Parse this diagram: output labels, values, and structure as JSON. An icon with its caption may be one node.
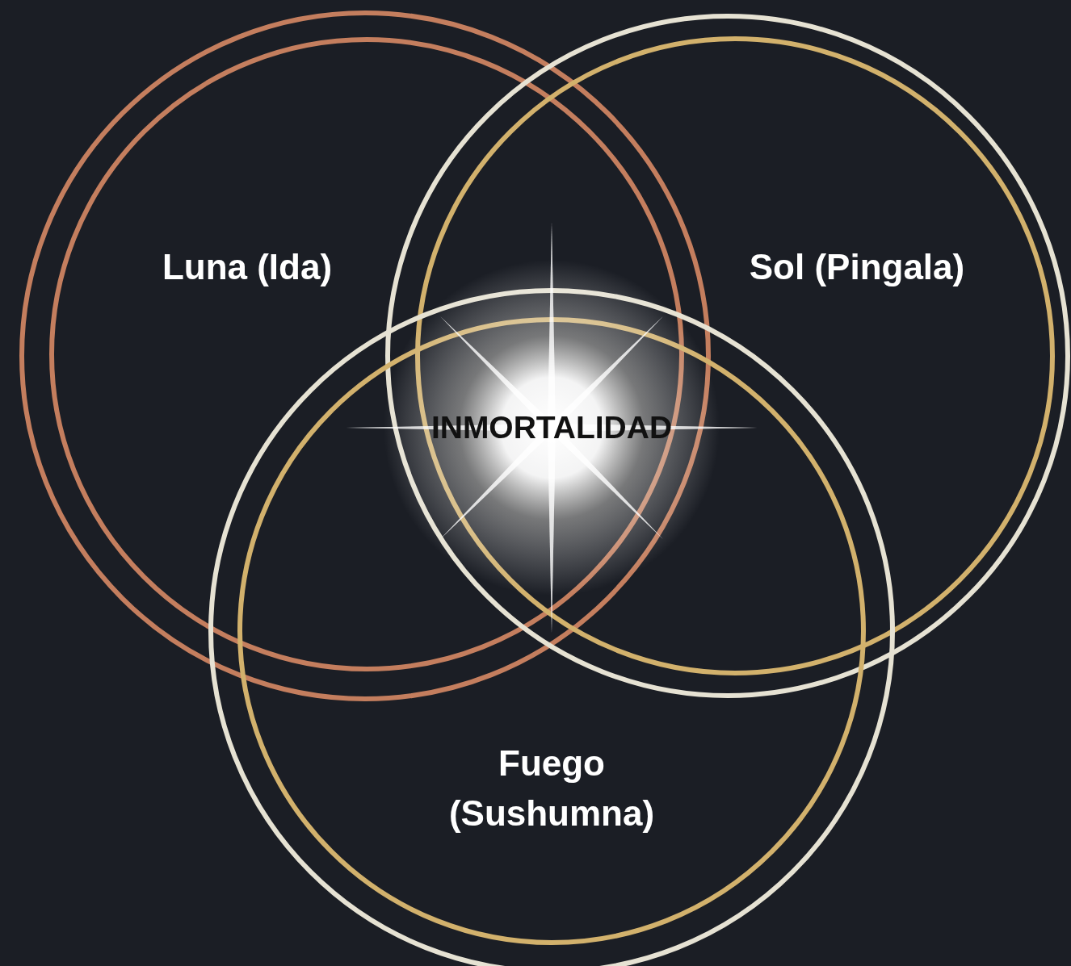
{
  "diagram": {
    "nodes": [
      {
        "text": [
          "Luna (Ida)"
        ]
      },
      {
        "text": [
          "Sol (Pingala)"
        ]
      },
      {
        "text": [
          "Fuego (Sushumna)"
        ]
      },
      {
        "text": [
          "INMORTALIDAD"
        ]
      }
    ]
  }
}
